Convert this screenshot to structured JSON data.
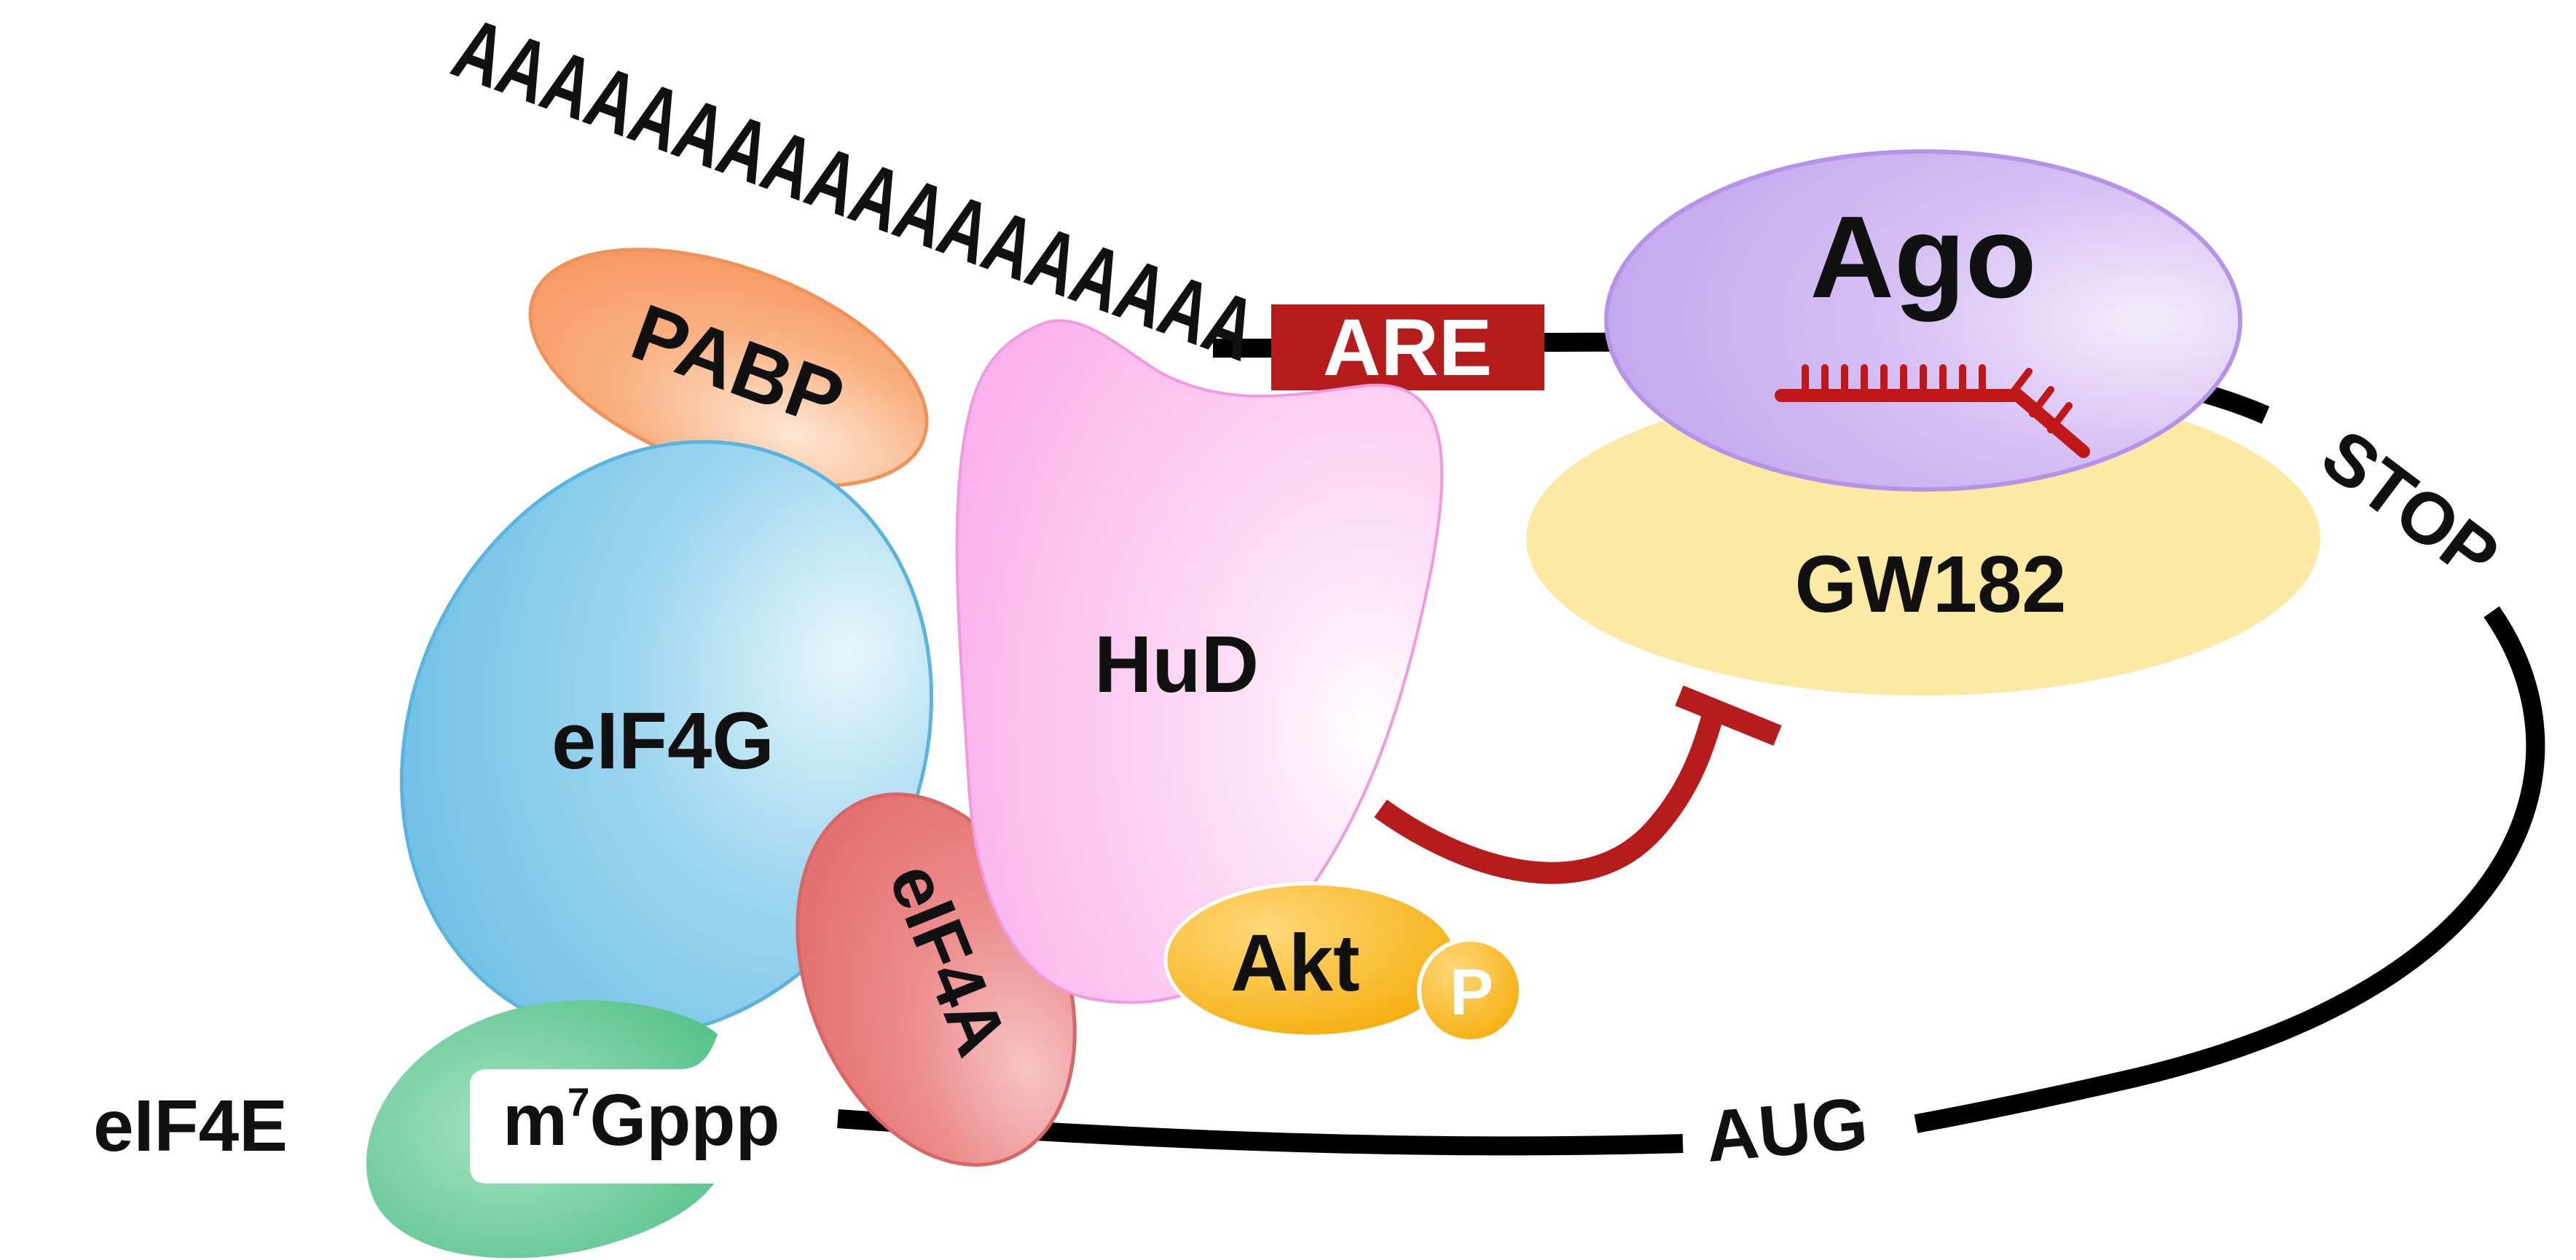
{
  "mrna": {
    "poly_a": "AAAAAAAAAAAAAAAAAA",
    "are": "ARE",
    "stop": "STOP",
    "start": "AUG",
    "cap": "m",
    "cap_superscript": "7",
    "cap_rest": "Gppp"
  },
  "proteins": {
    "pabp": "PABP",
    "eif4g": "eIF4G",
    "eif4e": "eIF4E",
    "eif4a": "eIF4A",
    "hud": "HuD",
    "akt": "Akt",
    "phospho": "P",
    "ago": "Ago",
    "gw182": "GW182"
  },
  "colors": {
    "pabp": "#f7a06a",
    "eif4g": "#7ec8e8",
    "eif4e": "#5cc48e",
    "eif4a": "#e87e7e",
    "hud": "#fcb8ee",
    "akt": "#f8b612",
    "ago": "#c9aef0",
    "gw182": "#fbe9a4",
    "are_box": "#b71c1c",
    "inhibition": "#b71c1c"
  }
}
